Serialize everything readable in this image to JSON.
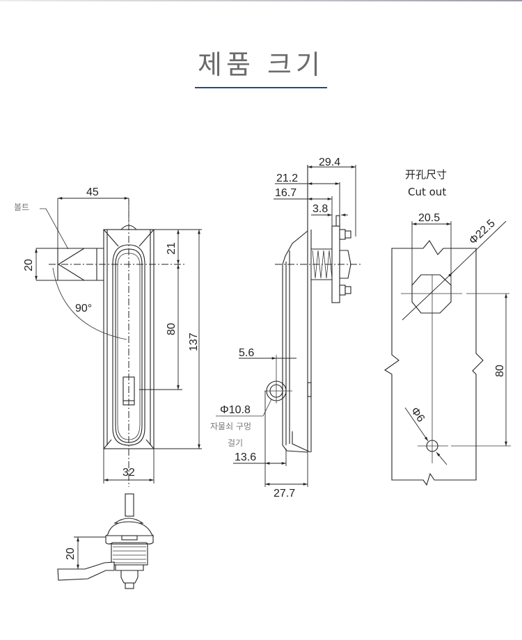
{
  "header": {
    "title": "제품 크기",
    "accent_color": "#1f4a8c"
  },
  "front_view": {
    "bolt_label": "볼트",
    "angle_label": "90°",
    "dims": {
      "bolt_offset": "45",
      "bolt_height": "20",
      "top_to_center": "21",
      "center_to_keyhole": "80",
      "overall_height": "137",
      "width": "32"
    }
  },
  "side_view": {
    "dims": {
      "total_depth": "29.4",
      "depth_a": "21.2",
      "depth_b": "16.7",
      "plate": "3.8",
      "hinge_offset": "5.6",
      "padlock_hole": "Φ10.8",
      "hinge_depth": "13.6",
      "handle_depth": "27.7"
    },
    "padlock_label_line1": "자물쇠 구멍",
    "padlock_label_line2": "걸기"
  },
  "cutout": {
    "title_cn": "开孔尺寸",
    "title_en": "Cut out",
    "dims": {
      "flat_width": "20.5",
      "diameter": "Φ22.5",
      "center_distance": "80",
      "small_hole": "Φ6"
    }
  },
  "cam_view": {
    "dims": {
      "cam_offset": "20"
    }
  }
}
